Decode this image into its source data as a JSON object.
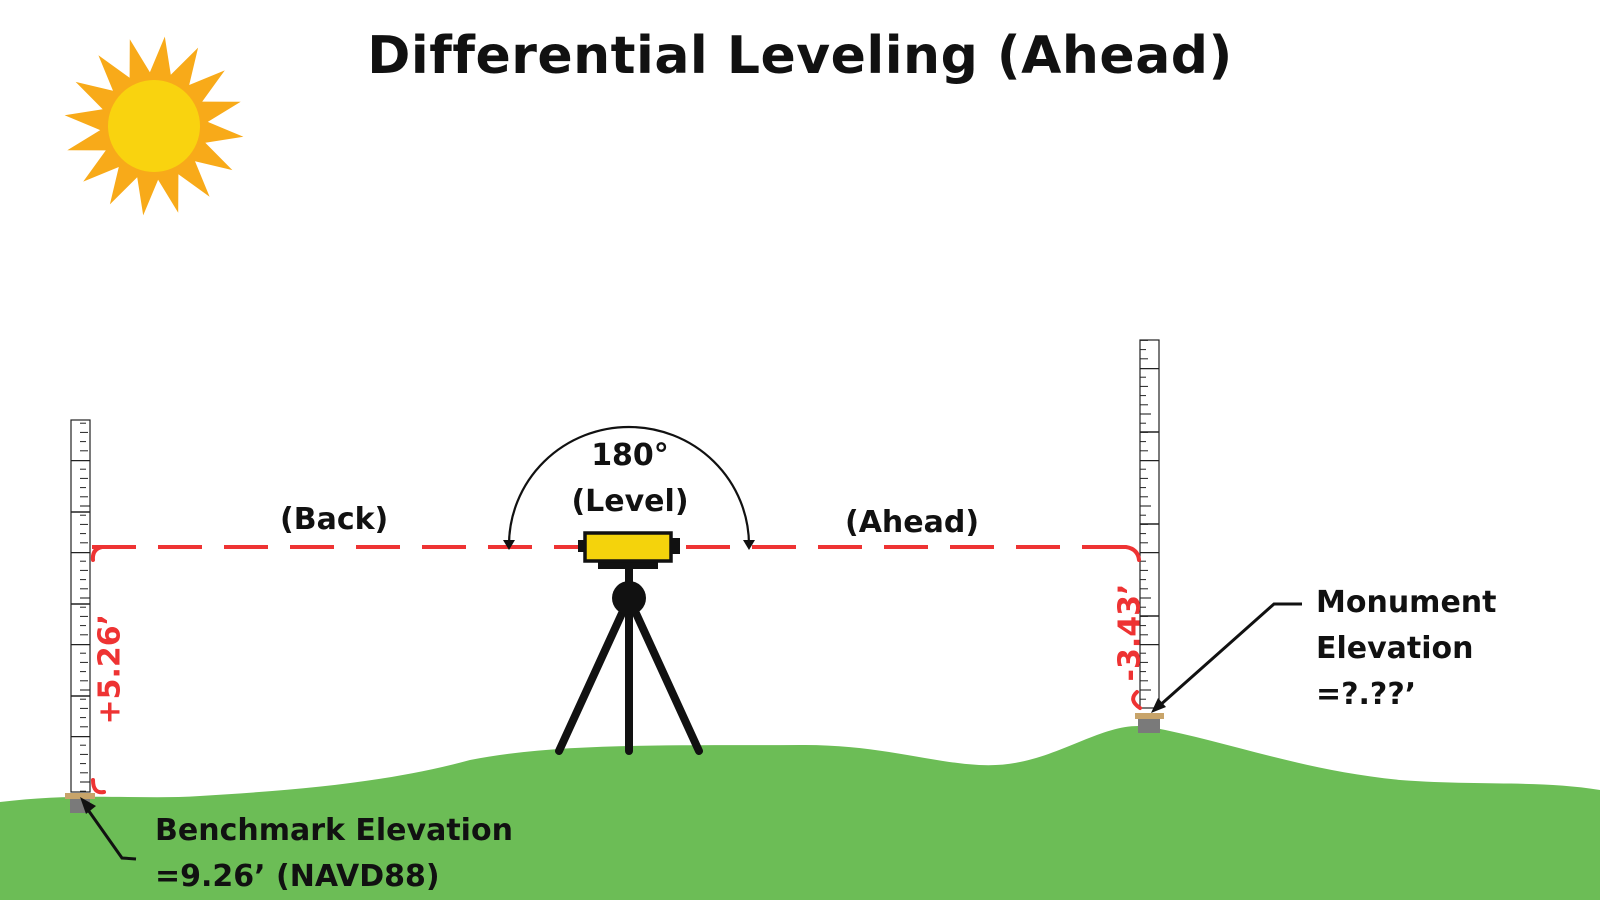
{
  "title": "Differential Leveling (Ahead)",
  "labels": {
    "back": "(Back)",
    "ahead": "(Ahead)",
    "angle": "180°",
    "level": "(Level)"
  },
  "readings": {
    "backsight": "+5.26’",
    "foresight": "-3.43’"
  },
  "benchmark": {
    "line1": "Benchmark Elevation",
    "line2": "=9.26’ (NAVD88)"
  },
  "monument": {
    "line1": "Monument",
    "line2": "Elevation",
    "line3": "=?.??’"
  },
  "colors": {
    "sky": "#ffffff",
    "ground": "#6cbd56",
    "sun_core": "#f9d30f",
    "sun_rays": "#f8aa19",
    "sight_line": "#ee3333",
    "instrument": "#f4d30c",
    "monument_marker": "#7a7a7a",
    "cap": "#c8a46a"
  },
  "icons": {
    "sun": "sun-icon",
    "instrument": "level-instrument-icon",
    "tripod": "tripod-icon"
  }
}
